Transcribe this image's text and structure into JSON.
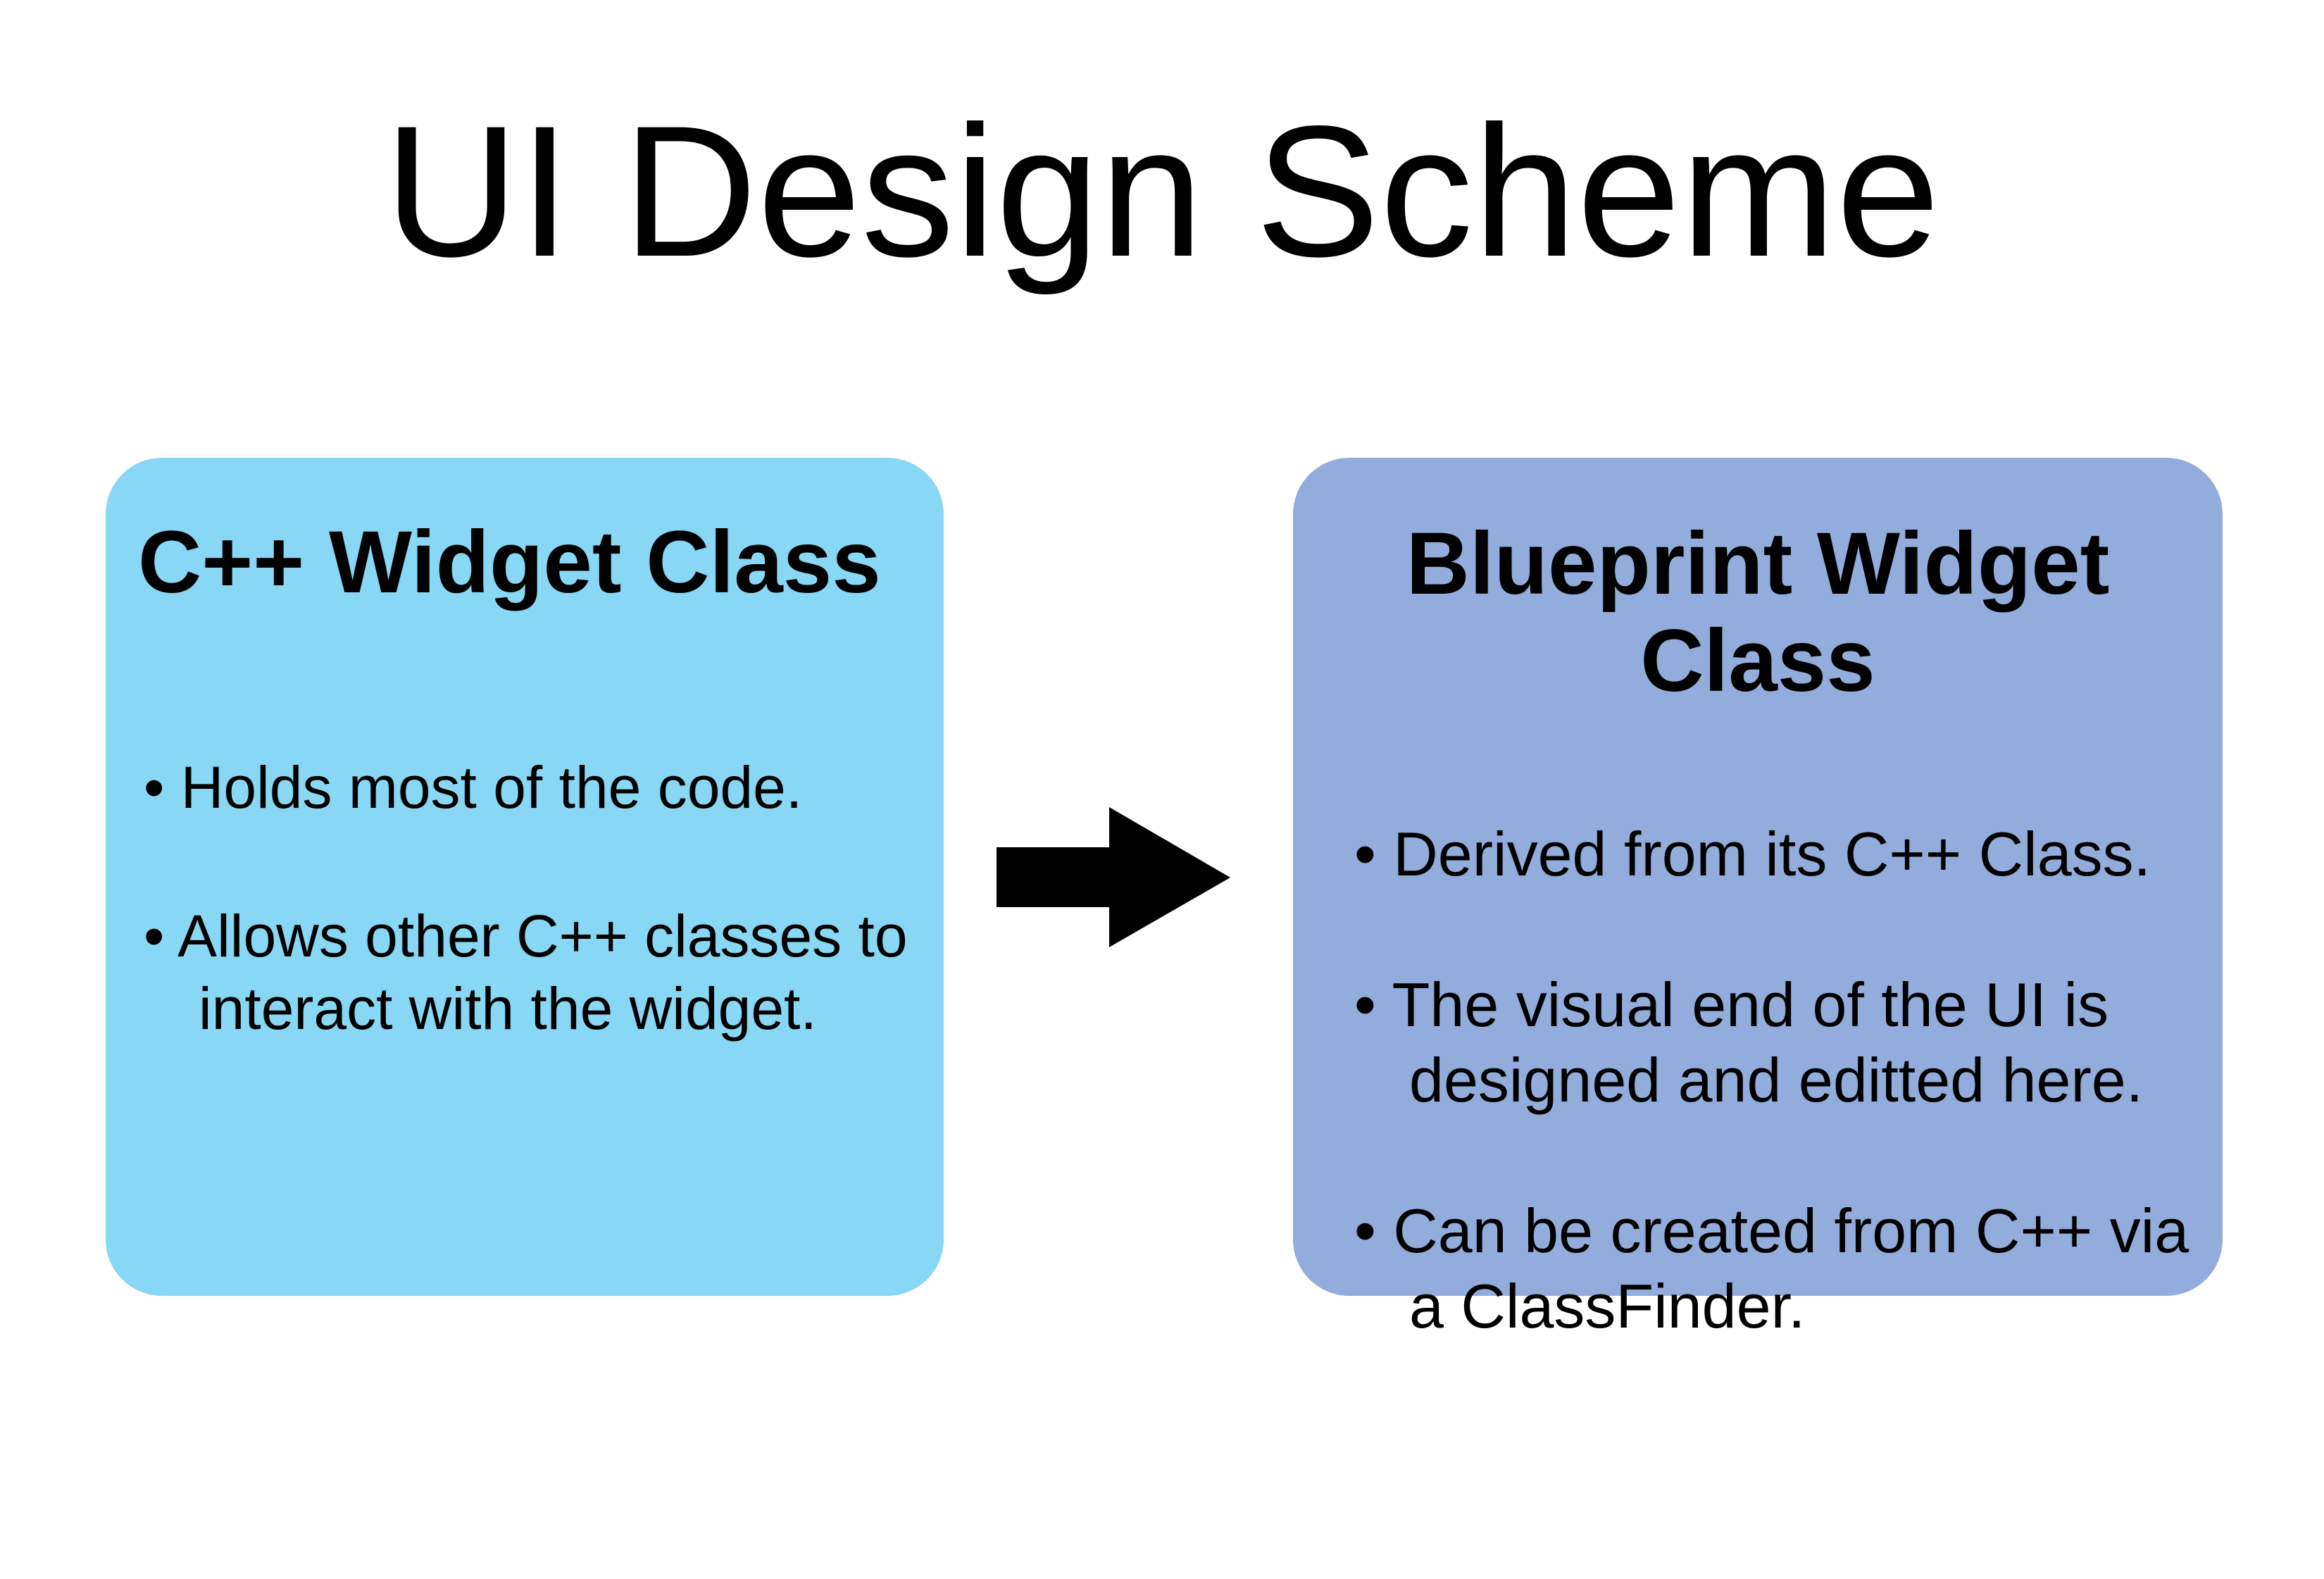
{
  "slide": {
    "title": "UI Design Scheme",
    "background_color": "#ffffff",
    "text_color": "#000000"
  },
  "left_box": {
    "title": "C++ Widget Class",
    "fill_color": "#88d7f4",
    "bullets": [
      "• Holds most of the code.",
      "• Allows other C++ classes to\ninteract with the widget."
    ]
  },
  "arrow": {
    "direction": "right",
    "color": "#000000"
  },
  "right_box": {
    "title": "Blueprint Widget\nClass",
    "fill_color": "#92acdb",
    "bullets": [
      "• Derived from its C++ Class.",
      "• The visual end of the UI is\ndesigned and editted here.",
      "• Can be created from C++ via\na ClassFinder."
    ]
  }
}
